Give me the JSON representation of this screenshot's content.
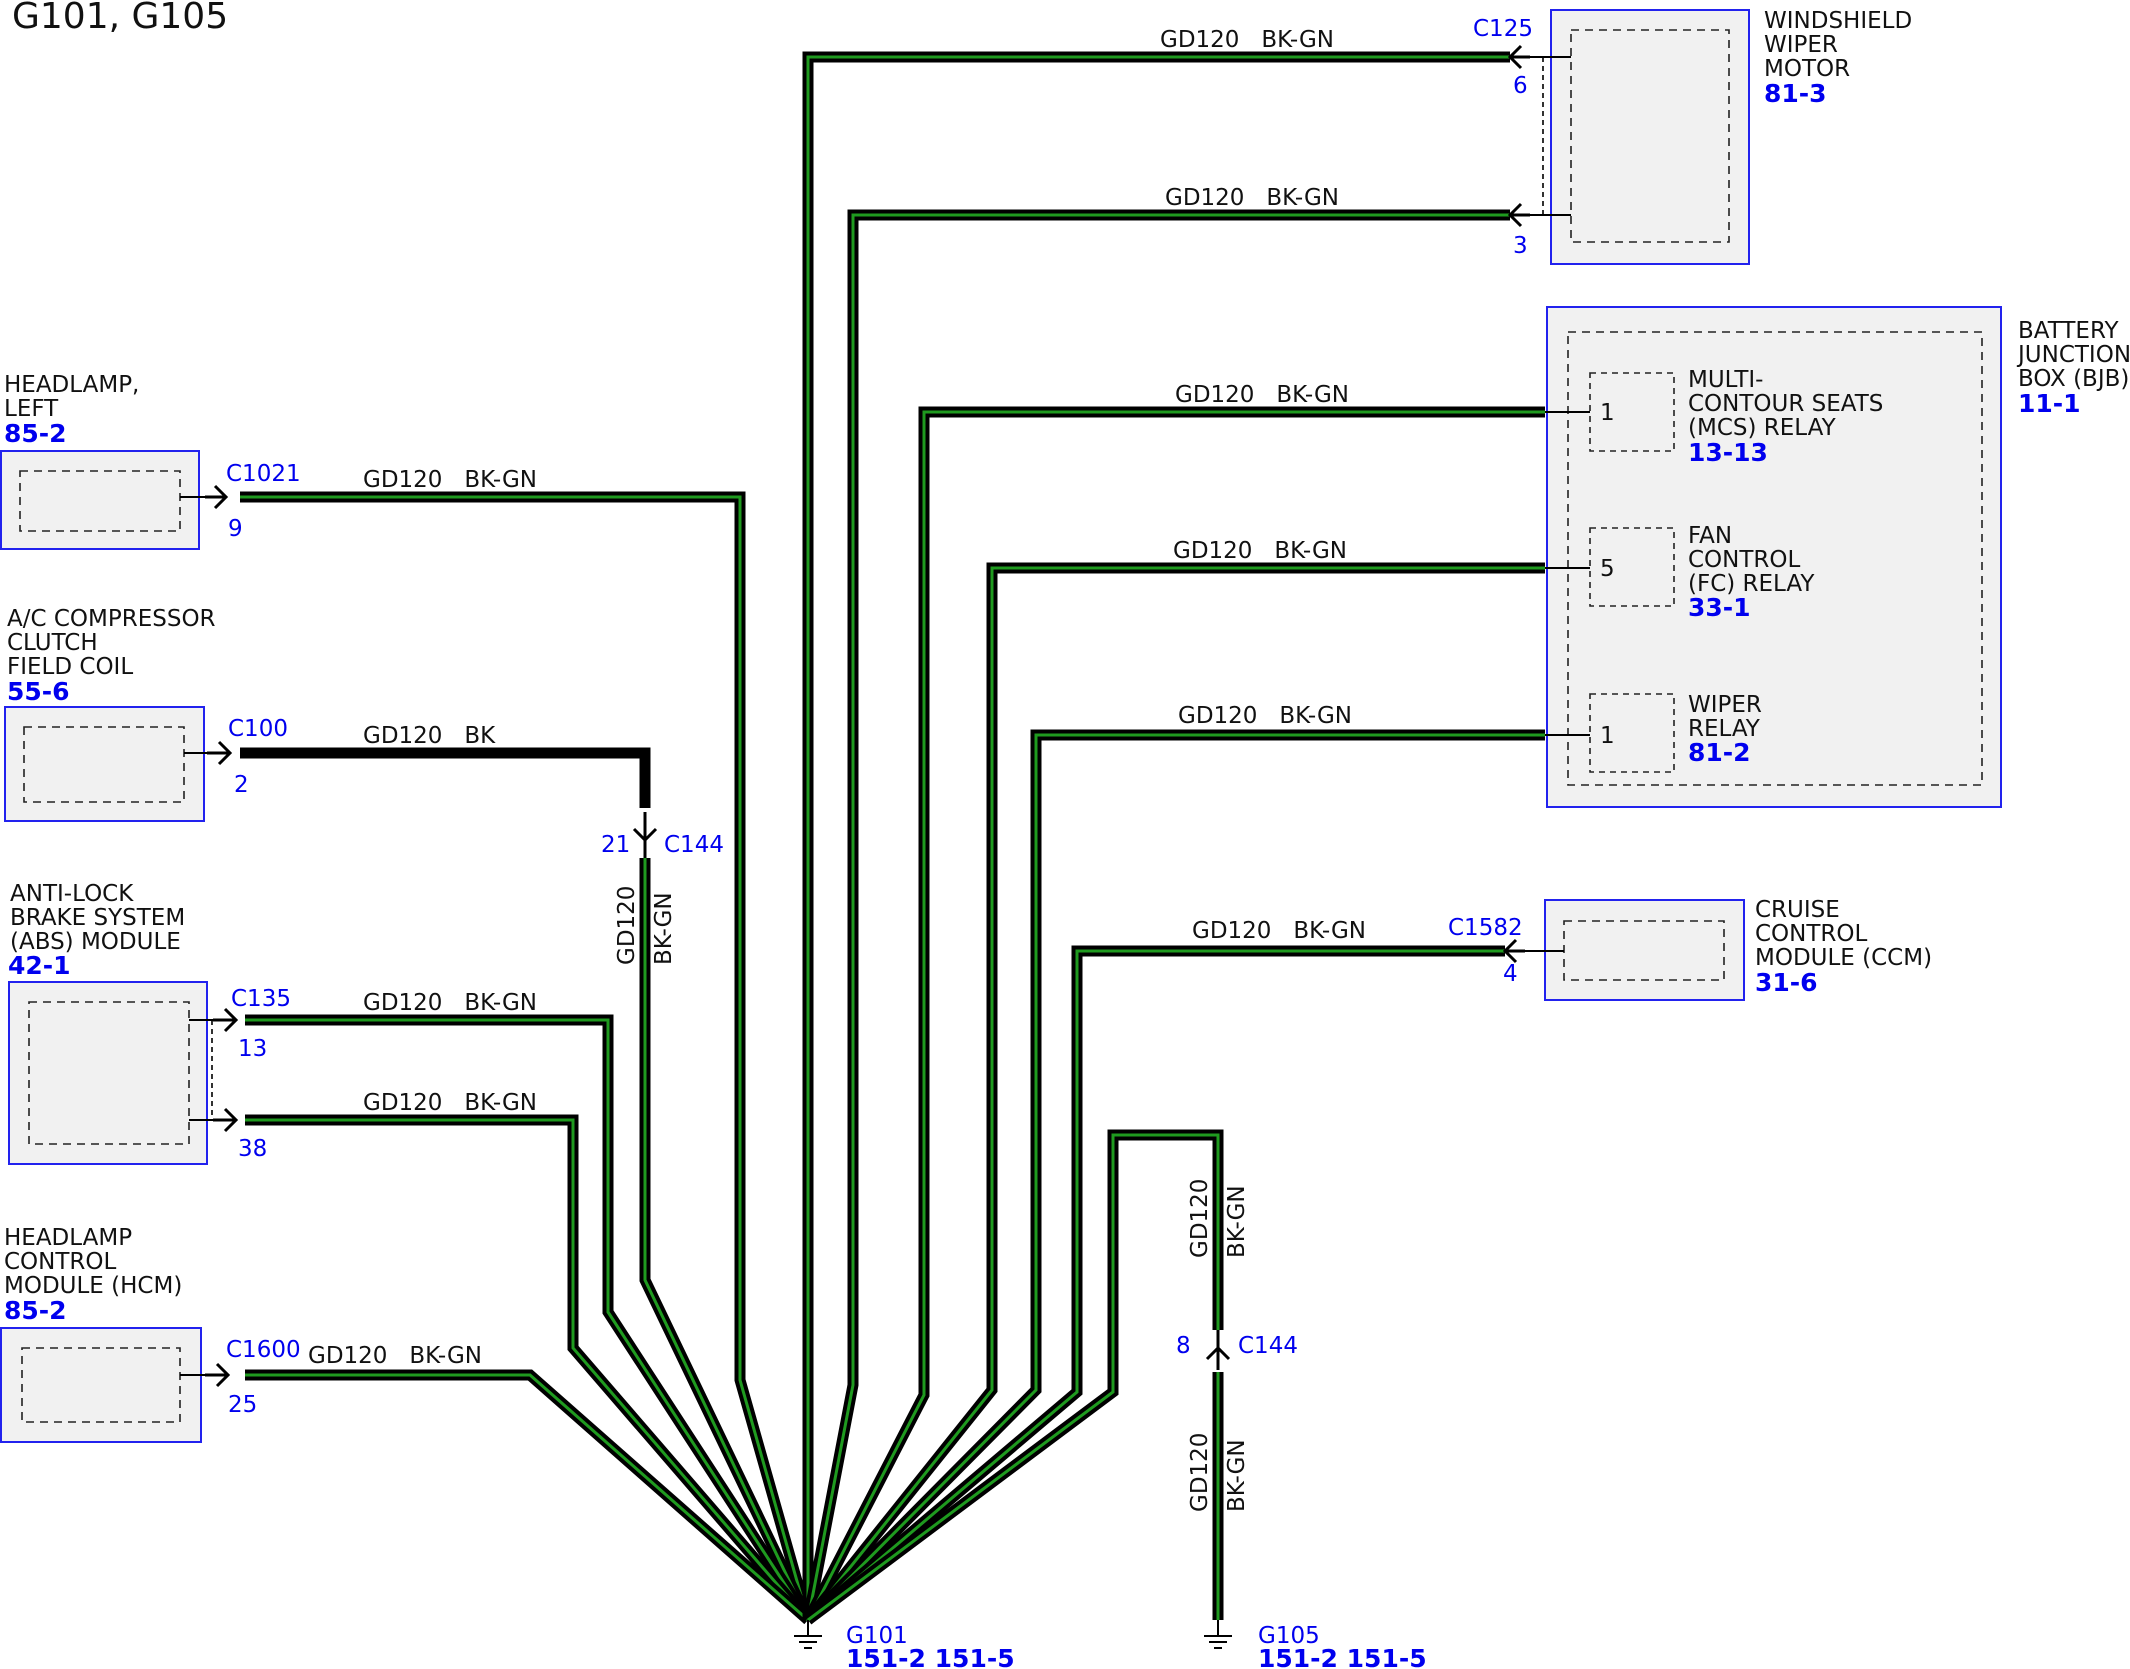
{
  "title": "G101, G105",
  "colors": {
    "connector_blue": "#0000ee",
    "box_border": "#2222ee",
    "wire_green": "#1f9a1f",
    "wire_black": "#000000"
  },
  "components": {
    "headlamp_left": {
      "name": [
        "HEADLAMP,",
        "LEFT"
      ],
      "ref": "85-2",
      "connector": "C1021",
      "pin": "9",
      "wire": "GD120   BK-GN"
    },
    "ac_compressor": {
      "name": [
        "A/C COMPRESSOR",
        "CLUTCH",
        "FIELD COIL"
      ],
      "ref": "55-6",
      "connector": "C100",
      "pin": "2",
      "wire": "GD120   BK"
    },
    "abs_module": {
      "name": [
        "ANTI-LOCK",
        "BRAKE SYSTEM",
        "(ABS) MODULE"
      ],
      "ref": "42-1",
      "connector": "C135",
      "pin_a": "13",
      "pin_b": "38",
      "wire_a": "GD120   BK-GN",
      "wire_b": "GD120   BK-GN"
    },
    "hcm": {
      "name": [
        "HEADLAMP",
        "CONTROL",
        "MODULE (HCM)"
      ],
      "ref": "85-2",
      "connector": "C1600",
      "pin": "25",
      "wire": "GD120   BK-GN"
    },
    "wiper_motor": {
      "name": [
        "WINDSHIELD",
        "WIPER",
        "MOTOR"
      ],
      "ref": "81-3",
      "connector": "C125",
      "pin_a": "6",
      "pin_b": "3",
      "wire_a": "GD120   BK-GN",
      "wire_b": "GD120   BK-GN"
    },
    "bjb": {
      "name": [
        "BATTERY",
        "JUNCTION",
        "BOX (BJB)"
      ],
      "ref": "11-1",
      "relays": [
        {
          "name": [
            "MULTI-",
            "CONTOUR SEATS",
            "(MCS) RELAY"
          ],
          "ref": "13-13",
          "pin": "1",
          "wire": "GD120   BK-GN"
        },
        {
          "name": [
            "FAN",
            "CONTROL",
            "(FC) RELAY"
          ],
          "ref": "33-1",
          "pin": "5",
          "wire": "GD120   BK-GN"
        },
        {
          "name": [
            "WIPER",
            "RELAY"
          ],
          "ref": "81-2",
          "pin": "1",
          "wire": "GD120   BK-GN"
        }
      ]
    },
    "ccm": {
      "name": [
        "CRUISE",
        "CONTROL",
        "MODULE (CCM)"
      ],
      "ref": "31-6",
      "connector": "C1582",
      "pin": "4",
      "wire": "GD120   BK-GN"
    }
  },
  "inline_c144_top": {
    "connector": "C144",
    "pin": "21",
    "wire_code": "GD120",
    "wire_color": "BK-GN"
  },
  "inline_c144_bottom": {
    "connector": "C144",
    "pin": "8",
    "wire_code_upper": "GD120",
    "wire_color_upper": "BK-GN",
    "wire_code_lower": "GD120",
    "wire_color_lower": "BK-GN"
  },
  "grounds": {
    "g101": {
      "name": "G101",
      "refs": "151-2 151-5"
    },
    "g105": {
      "name": "G105",
      "refs": "151-2 151-5"
    }
  }
}
